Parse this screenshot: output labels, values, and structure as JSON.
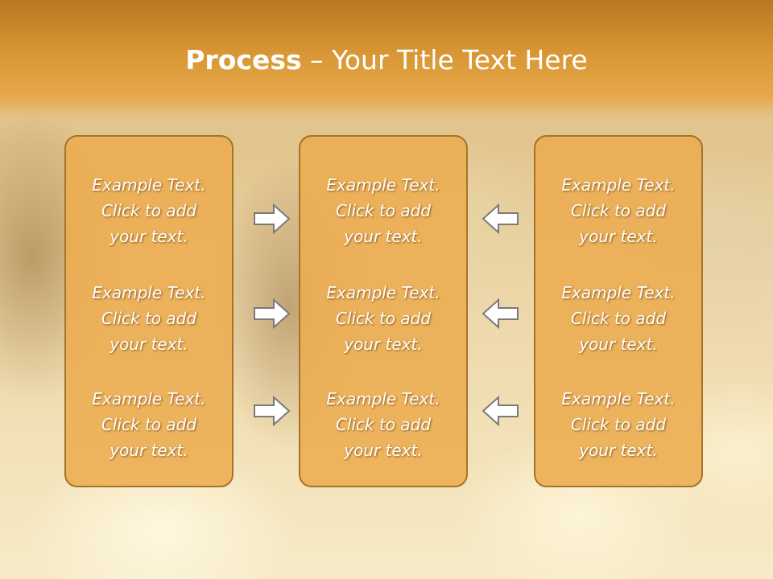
{
  "title": {
    "bold": "Process",
    "rest": " – Your Title Text Here"
  },
  "panels": [
    {
      "blocks": [
        {
          "lines": [
            "Example Text.",
            "Click  to add",
            "your text."
          ]
        },
        {
          "lines": [
            "Example Text.",
            "Click  to add",
            "your text."
          ]
        },
        {
          "lines": [
            "Example Text.",
            "Click  to add",
            "your text."
          ]
        }
      ]
    },
    {
      "blocks": [
        {
          "lines": [
            "Example Text.",
            "Click  to add",
            "your text."
          ]
        },
        {
          "lines": [
            "Example Text.",
            "Click  to add",
            "your text."
          ]
        },
        {
          "lines": [
            "Example Text.",
            "Click  to add",
            "your text."
          ]
        }
      ]
    },
    {
      "blocks": [
        {
          "lines": [
            "Example Text.",
            "Click  to add",
            "your text."
          ]
        },
        {
          "lines": [
            "Example Text.",
            "Click  to add",
            "your text."
          ]
        },
        {
          "lines": [
            "Example Text.",
            "Click  to add",
            "your text."
          ]
        }
      ]
    }
  ],
  "arrows": {
    "left_group": [
      "arrow-right-icon",
      "arrow-right-icon",
      "arrow-right-icon"
    ],
    "right_group": [
      "arrow-left-icon",
      "arrow-left-icon",
      "arrow-left-icon"
    ]
  },
  "colors": {
    "title_band": "#d89634",
    "panel_fill": "#ecac50",
    "panel_border": "#a4742c",
    "text": "#ffffff",
    "arrow_stroke": "#7a7a7a"
  }
}
